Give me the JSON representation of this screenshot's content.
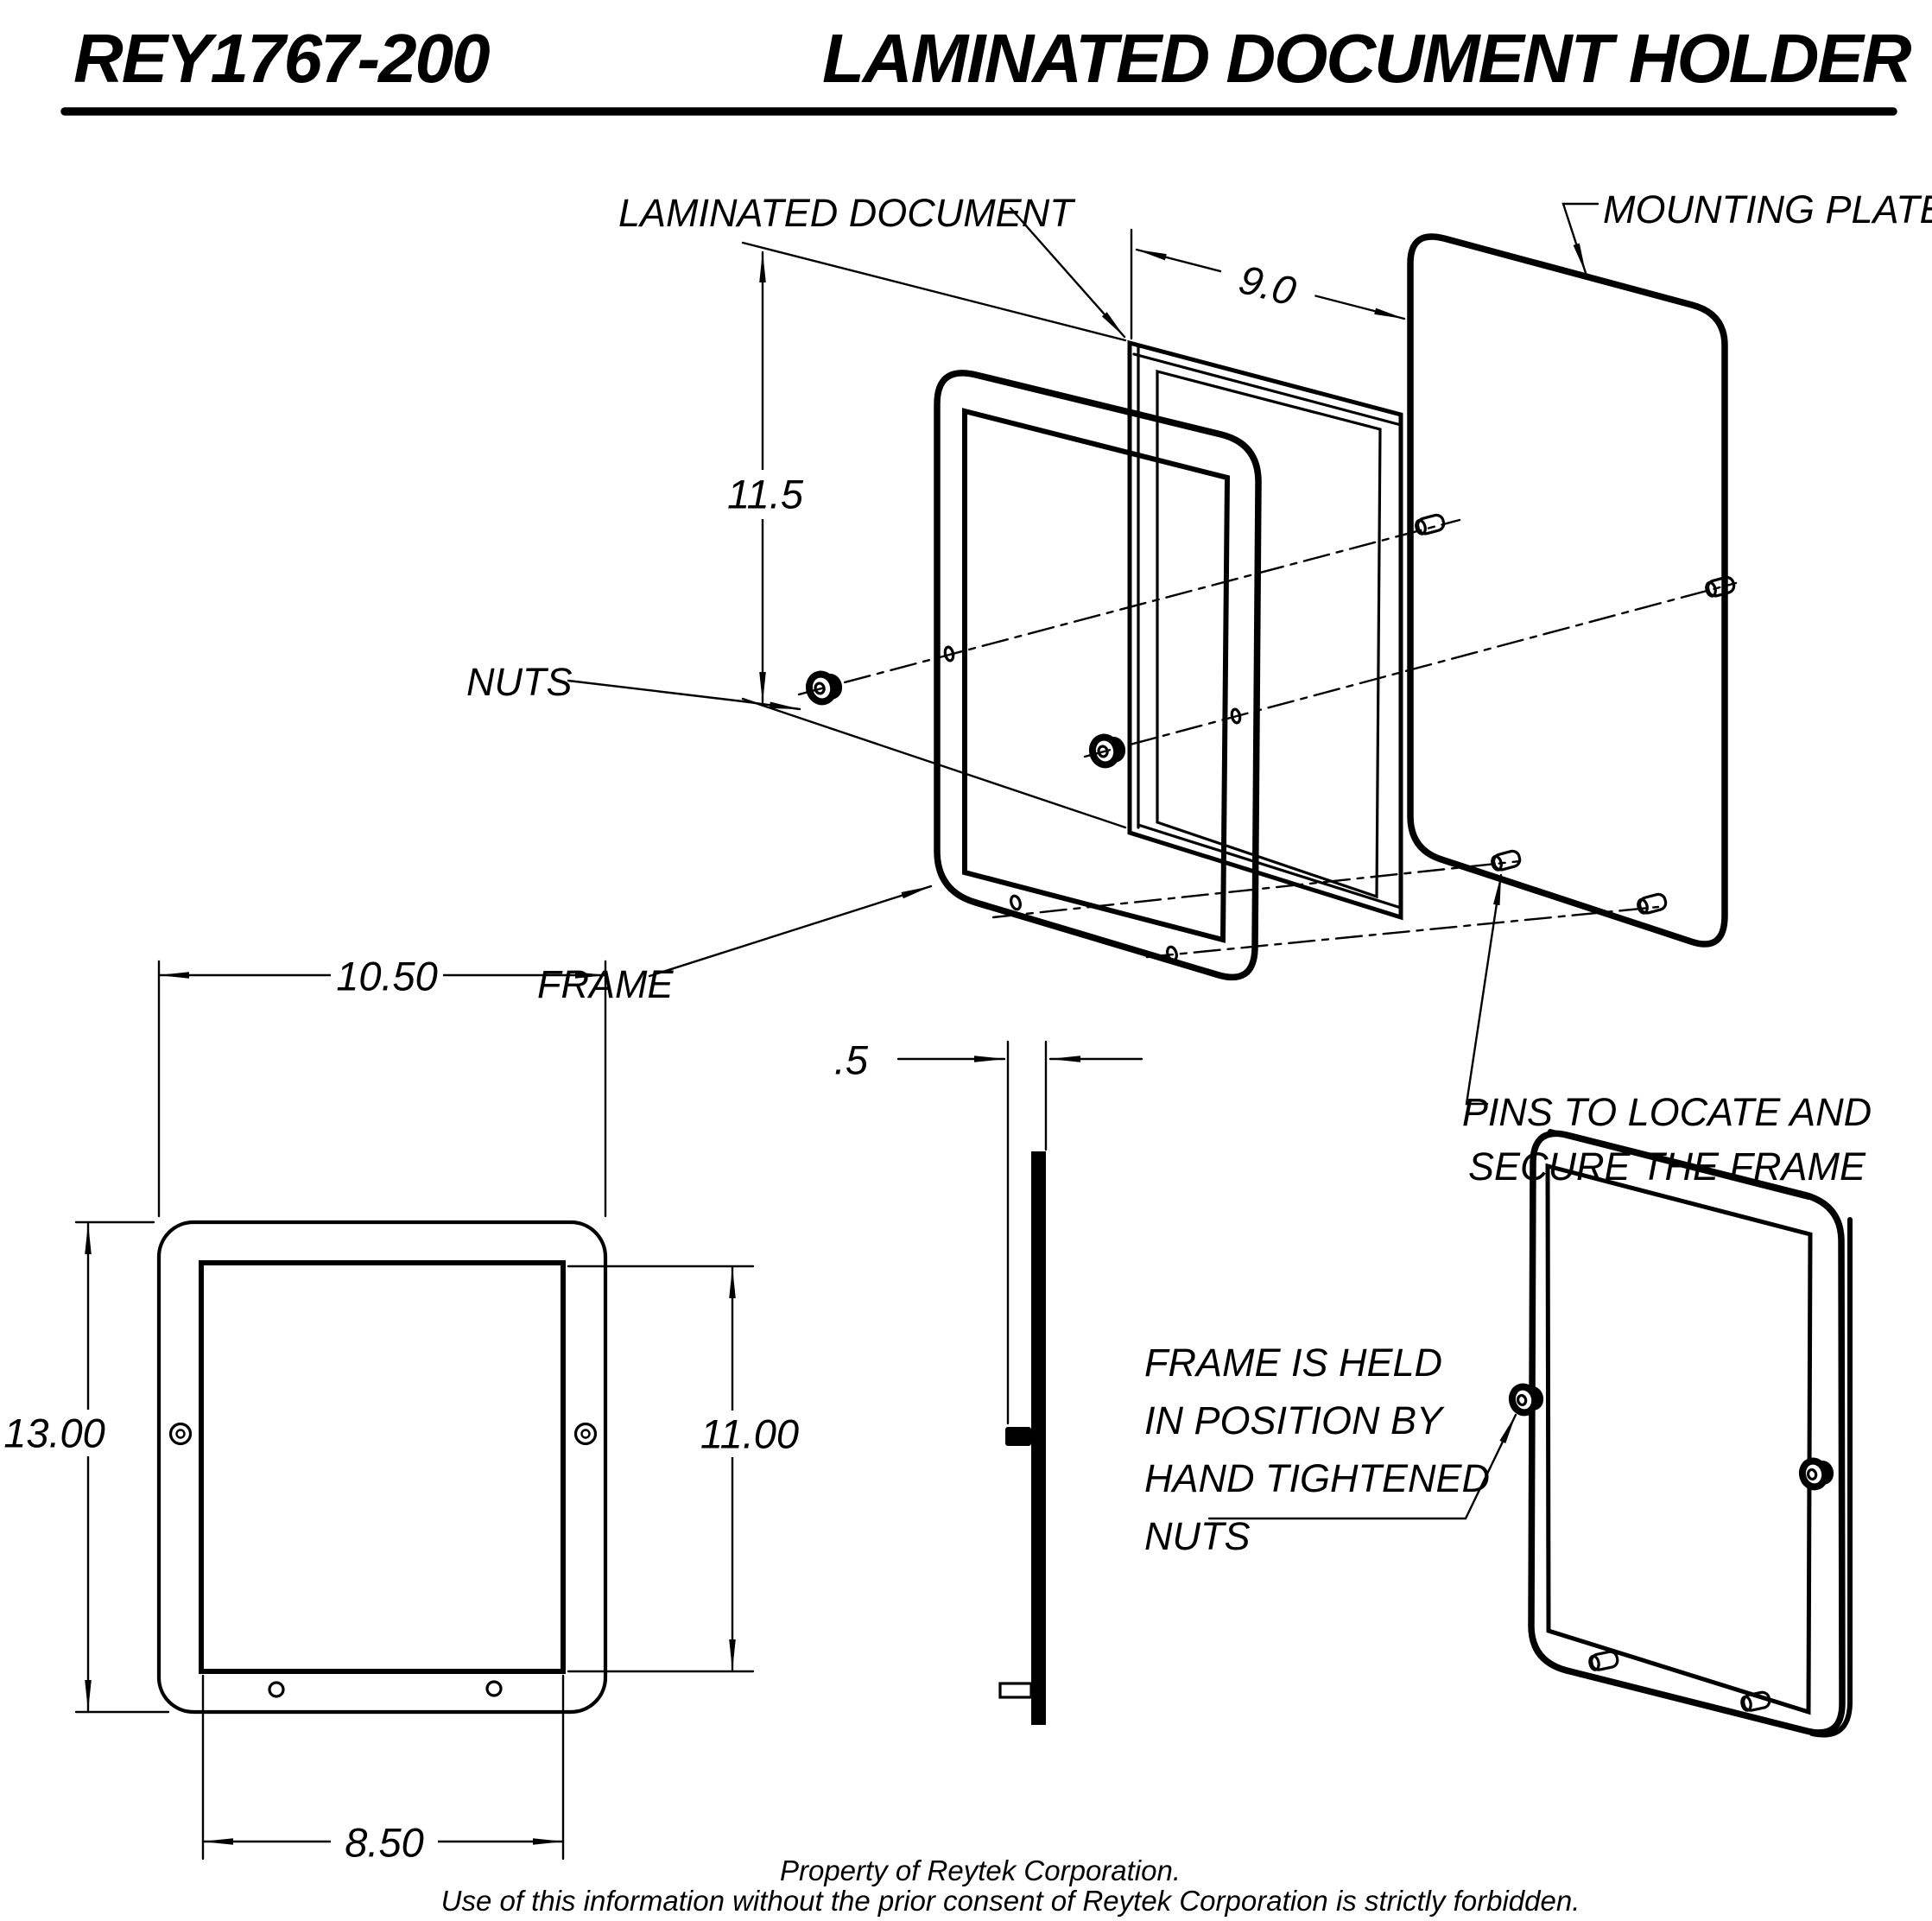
{
  "header": {
    "part_number": "REY1767-200",
    "title": "LAMINATED DOCUMENT HOLDER"
  },
  "exploded_view": {
    "labels": {
      "laminated_document": "LAMINATED DOCUMENT",
      "mounting_plate": "MOUNTING PLATE",
      "nuts": "NUTS",
      "frame": "FRAME",
      "pins_line1": "PINS TO LOCATE AND",
      "pins_line2": "SECURE THE FRAME"
    },
    "dimensions": {
      "document_height": "11.5",
      "document_width": "9.0"
    }
  },
  "front_view": {
    "dimensions": {
      "outer_width": "10.50",
      "outer_height": "13.00",
      "inner_height": "11.00",
      "inner_width": "8.50"
    }
  },
  "side_view": {
    "dimensions": {
      "thickness": ".5"
    }
  },
  "assembled_view": {
    "note": [
      "FRAME IS HELD",
      "IN POSITION BY",
      "HAND TIGHTENED",
      "NUTS"
    ]
  },
  "footer": {
    "line1": "Property of Reytek Corporation.",
    "line2": "Use of this information without the prior consent of Reytek Corporation is strictly forbidden."
  }
}
